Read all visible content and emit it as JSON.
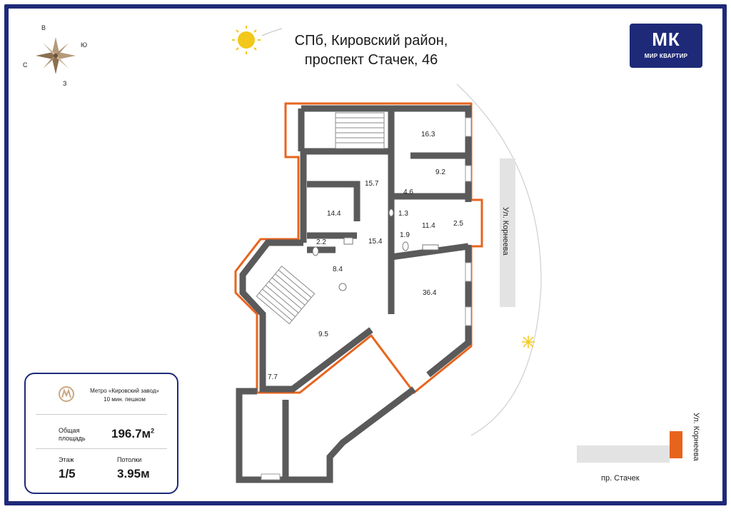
{
  "title": {
    "line1": "СПб, Кировский район,",
    "line2": "проспект Стачек, 46"
  },
  "logo": {
    "mark": "МК",
    "text": "МИР КВАРТИР"
  },
  "compass": {
    "n": "В",
    "e": "Ю",
    "w": "С",
    "s": "З"
  },
  "rooms": {
    "r1": "16.3",
    "r2": "9.2",
    "r3": "15.7",
    "r4": "4.6",
    "r5": "14.4",
    "r6": "1.3",
    "r7": "11.4",
    "r8": "2.5",
    "r9": "1.9",
    "r10": "2.2",
    "r11": "15.4",
    "r12": "8.4",
    "r13": "36.4",
    "r14": "9.5",
    "r15": "7.7"
  },
  "streets": {
    "korneeva": "Ул. Корнеева",
    "korneeva2": "Ул. Корнеева",
    "stachek": "пр. Стачек"
  },
  "info": {
    "metro": "Метро «Кировский завод»",
    "walk": "10 мин. пешком",
    "area_label1": "Общая",
    "area_label2": "площадь",
    "area_value": "196.7м",
    "area_sup": "2",
    "floor_label": "Этаж",
    "floor_value": "1/5",
    "ceiling_label": "Потолки",
    "ceiling_value": "3.95м"
  },
  "colors": {
    "frame": "#1e2a78",
    "wall": "#5a5a5a",
    "highlight": "#e8641e",
    "sun": "#f2c81b"
  }
}
